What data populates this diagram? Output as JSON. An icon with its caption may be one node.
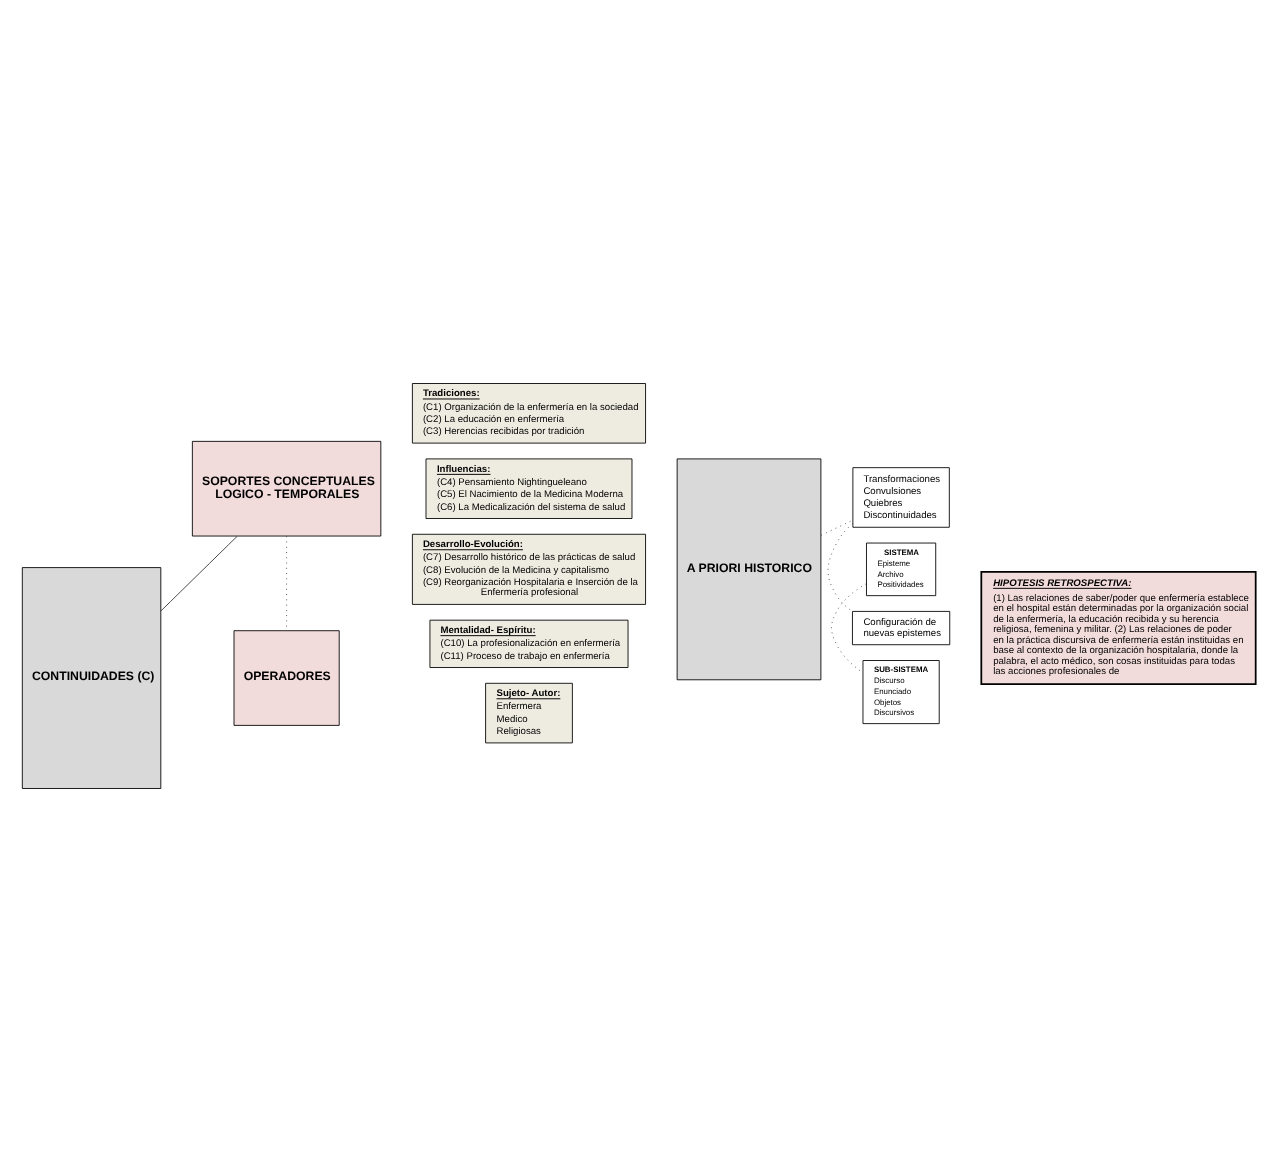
{
  "diagram": {
    "nodes": [
      {
        "text": [
          "CONTINUIDADES (C)"
        ]
      },
      {
        "text": [
          "SOPORTES CONCEPTUALES LOGICO - TEMPORALES"
        ]
      },
      {
        "text": [
          "Tradiciones:",
          "(C1) Organización de la enfermería en la sociedad",
          "(C2) La educación en enfermería",
          "(C3) Herencias recibidas por tradición"
        ]
      },
      {
        "text": [
          "Influencias:",
          "(C4) Pensamiento Nightingueleano",
          "(C5) El Nacimiento de la Medicina Moderna",
          "(C6) La Medicalización del sistema de salud"
        ]
      },
      {
        "text": [
          "Desarrollo-Evolución:",
          "(C7) Desarrollo histórico de las prácticas de salud",
          "(C8) Evolución de la Medicina y capitalismo",
          "(C9) Reorganización Hospitalaria e Inserción de la Enfermería profesional"
        ]
      },
      {
        "text": [
          "Mentalidad- Espíritu:",
          "(C10) La profesionalización en enfermería",
          "(C11) Proceso de trabajo en enfermería"
        ]
      },
      {
        "text": [
          "OPERADORES"
        ]
      },
      {
        "text": [
          "Sujeto- Autor:",
          "Enfermera",
          "Medico",
          "Religiosas"
        ]
      },
      {
        "text": [
          "A PRIORI HISTORICO"
        ]
      },
      {
        "text": [
          "Transformaciones",
          "Convulsiones",
          "Quiebres",
          "Discontinuidades"
        ]
      },
      {
        "text": [
          "SISTEMA",
          "Episteme",
          "Archivo",
          "Positividades"
        ]
      },
      {
        "text": [
          "SUB-SISTEMA",
          "Discurso",
          "Enunciado",
          "Objetos",
          "Discursivos"
        ]
      },
      {
        "text": [
          "Configuración de nuevas epistemes"
        ]
      },
      {
        "text": [
          "HIPOTESIS RETROSPECTIVA:",
          "(1) Las relaciones de saber/poder que enfermería establece en el hospital están determinadas por la organización social de la enfermería, la educación recibida y su herencia religiosa, femenina y militar. (2) Las relaciones de poder en la práctica discursiva de enfermería están instituidas en base al contexto de la organización hospitalaria, donde la palabra, el acto médico, son cosas instituidas para todas las acciones profesionales de"
        ]
      }
    ],
    "edges": [
      {
        "from": 0,
        "to": 1,
        "arrow": "none"
      },
      {
        "from": 1,
        "to": 6,
        "arrow": "none",
        "style": "dashed"
      },
      {
        "from": 8,
        "to": 9,
        "arrow": "none",
        "style": "dashed"
      },
      {
        "from": 9,
        "to": 12,
        "arrow": "none",
        "style": "dashed"
      },
      {
        "from": 10,
        "to": 11,
        "arrow": "none",
        "style": "dashed"
      }
    ]
  }
}
